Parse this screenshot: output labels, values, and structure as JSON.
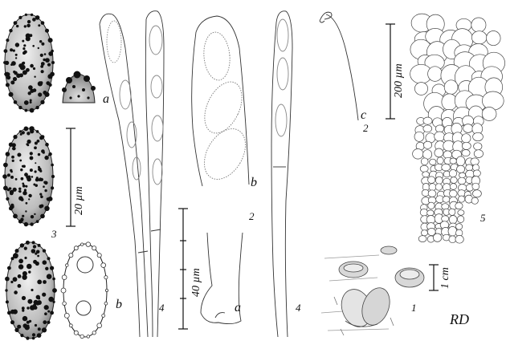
{
  "figure": {
    "panel_labels": {
      "p1": "1",
      "p2a": "2",
      "p2b": "2",
      "p3": "3",
      "p4a": "4",
      "p4b": "4",
      "p5": "5",
      "a1": "a",
      "a2": "a",
      "b1": "b",
      "b2": "b",
      "c": "c"
    },
    "scale_bars": {
      "spore": "20 µm",
      "ascus": "40 µm",
      "excipulum": "200 µm",
      "habit": "1 cm"
    },
    "signature": "RD"
  }
}
